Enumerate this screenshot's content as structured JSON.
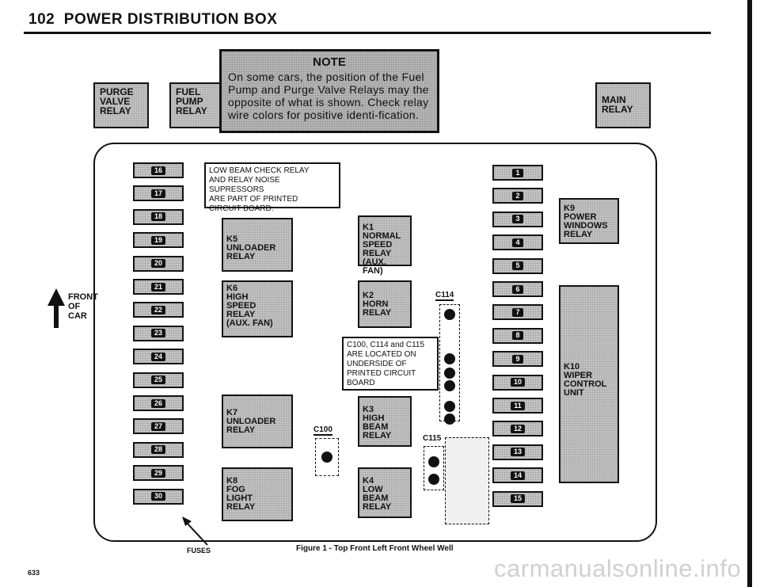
{
  "header": {
    "page_number": "102",
    "title": "POWER DISTRIBUTION BOX"
  },
  "note": {
    "title": "NOTE",
    "body": "On some cars, the position of the Fuel Pump and Purge Valve Relays may the opposite of what is shown. Check relay wire colors for positive identi-fication."
  },
  "top_relays": {
    "purge": "PURGE\nVALVE\nRELAY",
    "fuel": "FUEL\nPUMP\nRELAY",
    "main": "MAIN\nRELAY"
  },
  "front_label": "FRONT\nOF\nCAR",
  "low_beam_note": "LOW BEAM CHECK RELAY\nAND RELAY NOISE SUPRESSORS\nARE PART OF PRINTED\nCIRCUIT BOARD.",
  "connector_note": "C100, C114 and C115\nARE LOCATED ON\nUNDERSIDE OF\nPRINTED CIRCUIT\nBOARD",
  "relays": {
    "k5": "K5\nUNLOADER\nRELAY",
    "k6": "K6\nHIGH\nSPEED\nRELAY\n(AUX. FAN)",
    "k7": "K7\nUNLOADER\nRELAY",
    "k8": "K8\nFOG\nLIGHT\nRELAY",
    "k1": "K1\nNORMAL\nSPEED\nRELAY\n(AUX. FAN)",
    "k2": "K2\nHORN\nRELAY",
    "k3": "K3\nHIGH\nBEAM\nRELAY",
    "k4": "K4\nLOW\nBEAM\nRELAY",
    "k9": "K9\nPOWER\nWINDOWS\nRELAY",
    "k10": "K10\nWIPER\nCONTROL\nUNIT"
  },
  "connectors": {
    "c100": "C100",
    "c114": "C114",
    "c115": "C115"
  },
  "fuses_left": [
    "16",
    "17",
    "18",
    "19",
    "20",
    "21",
    "22",
    "23",
    "24",
    "25",
    "26",
    "27",
    "28",
    "29",
    "30"
  ],
  "fuses_right": [
    "1",
    "2",
    "3",
    "4",
    "5",
    "6",
    "7",
    "8",
    "9",
    "10",
    "11",
    "12",
    "13",
    "14",
    "15"
  ],
  "fuses_label": "FUSES",
  "caption": "Figure 1 - Top Front Left Front Wheel Well",
  "page_footer": "633",
  "watermark": "carmanualsonline.info"
}
